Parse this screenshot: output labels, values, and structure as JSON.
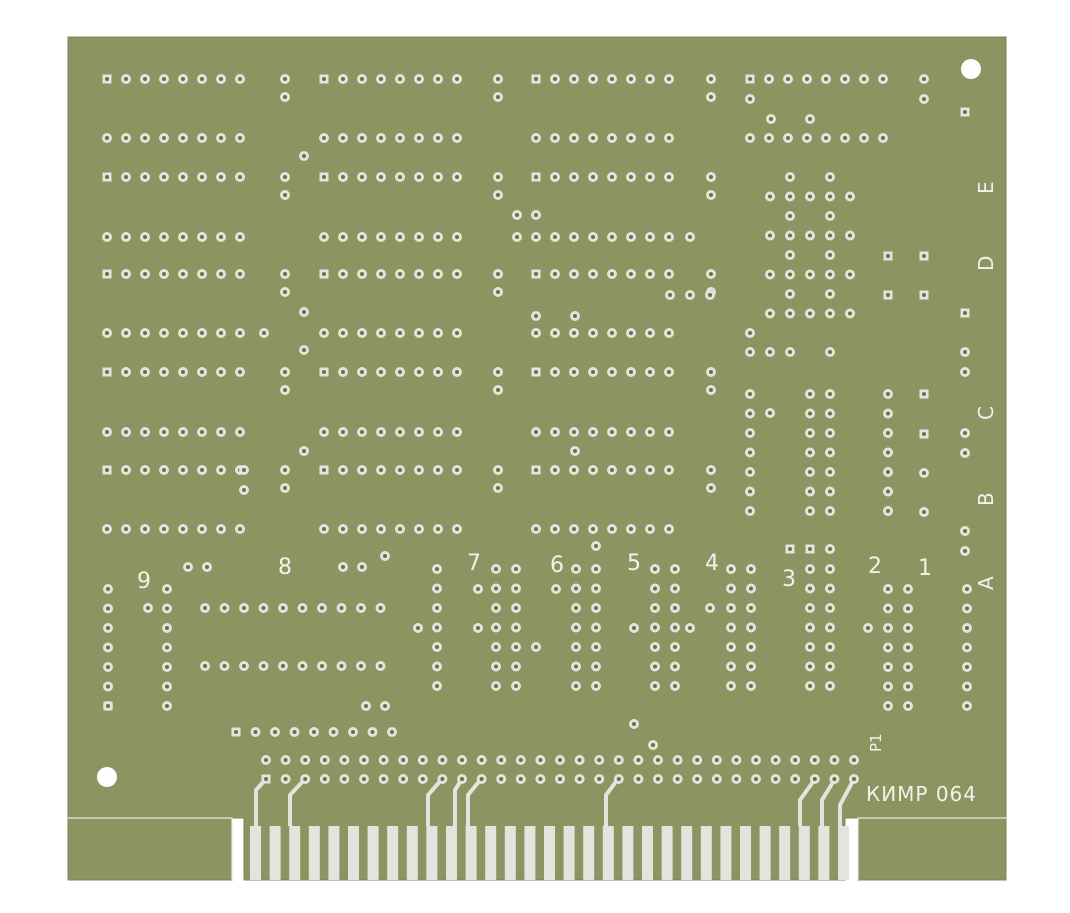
{
  "board": {
    "marking": "КИМР 064",
    "connector_ref": "P1",
    "row_labels": [
      "E",
      "D",
      "C",
      "B",
      "A"
    ],
    "column_labels": [
      "9",
      "8",
      "7",
      "6",
      "5",
      "4",
      "3",
      "2",
      "1"
    ]
  },
  "colors": {
    "substrate": "#8c9461",
    "substrate_edge": "#7d8454",
    "silkscreen": "#f2f2ea",
    "copper_pad": "#e4e4de",
    "drill_hole": "#6d7340",
    "background": "#ffffff"
  }
}
